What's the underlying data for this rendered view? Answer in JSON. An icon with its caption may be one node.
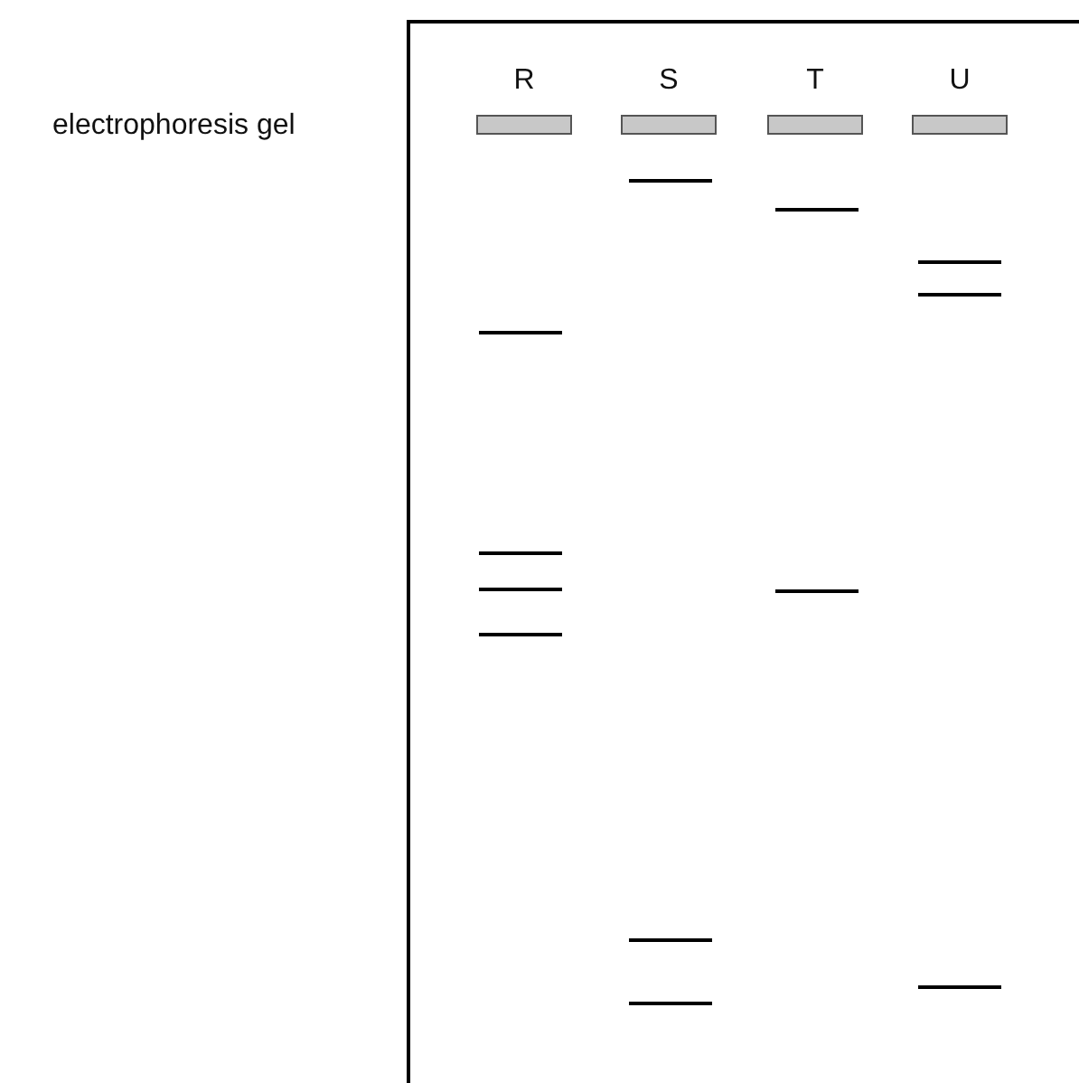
{
  "diagram": {
    "labels": [
      "electrophoresis gel",
      "R",
      "S",
      "T",
      "U"
    ]
  }
}
